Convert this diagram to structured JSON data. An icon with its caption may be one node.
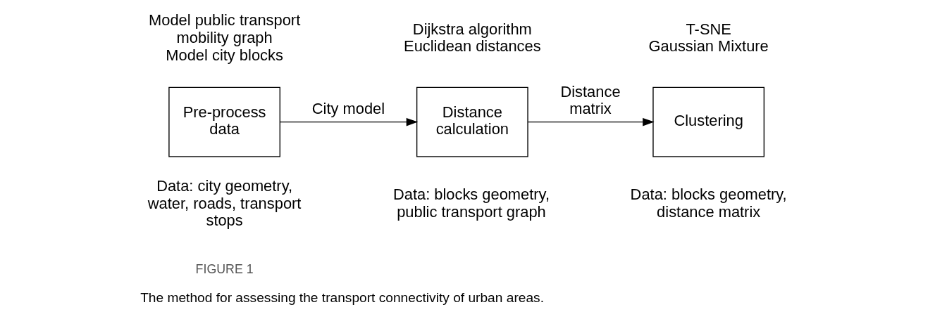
{
  "diagram": {
    "caption": "The method for assessing the transport connectivity of urban areas.",
    "nodes": [
      {
        "text": [
          "Pre-process data"
        ],
        "beside": [
          "Model public transport mobility graph",
          "Model city blocks",
          "Data: city geometry, water, roads, transport stops"
        ]
      },
      {
        "text": [
          "Distance calculation"
        ],
        "beside": [
          "Dijkstra algorithm",
          "Euclidean distances",
          "Data: blocks geometry, public transport graph"
        ]
      },
      {
        "text": [
          "Clustering"
        ],
        "beside": [
          "T-SNE",
          "Gaussian Mixture",
          "Data: blocks geometry, distance matrix"
        ]
      }
    ],
    "edges": [
      {
        "from": 0,
        "to": 1,
        "arrow": "to",
        "label": "City model"
      },
      {
        "from": 1,
        "to": 2,
        "arrow": "to",
        "label": "Distance matrix"
      }
    ],
    "labels": [
      "FIGURE 1"
    ]
  }
}
